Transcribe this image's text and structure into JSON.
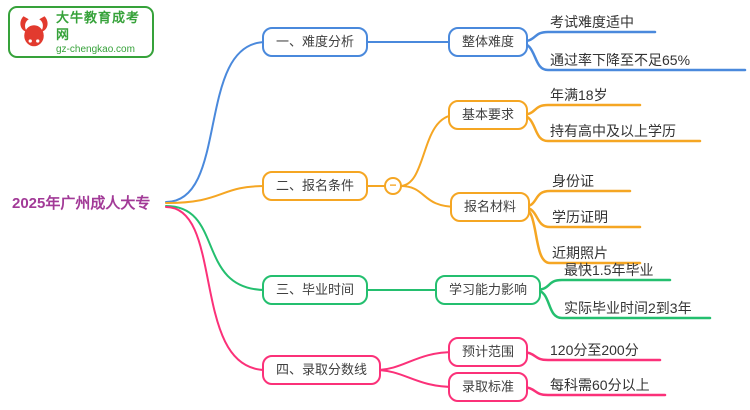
{
  "logo": {
    "icon": "bull-icon",
    "brand": "大牛教育成考网",
    "domain": "gz-chengkao.com"
  },
  "mindmap": {
    "root": "2025年广州成人大专",
    "collapse_glyph": "−",
    "branches": [
      {
        "label": "一、难度分析",
        "color": "#4a89dc",
        "nodes": [
          {
            "label": "整体难度",
            "leaves": [
              "考试难度适中",
              "通过率下降至不足65%"
            ]
          }
        ]
      },
      {
        "label": "二、报名条件",
        "color": "#f5a623",
        "nodes": [
          {
            "label": "基本要求",
            "leaves": [
              "年满18岁",
              "持有高中及以上学历"
            ]
          },
          {
            "label": "报名材料",
            "leaves": [
              "身份证",
              "学历证明",
              "近期照片"
            ]
          }
        ]
      },
      {
        "label": "三、毕业时间",
        "color": "#24bf6f",
        "nodes": [
          {
            "label": "学习能力影响",
            "leaves": [
              "最快1.5年毕业",
              "实际毕业时间2到3年"
            ]
          }
        ]
      },
      {
        "label": "四、录取分数线",
        "color": "#fb3179",
        "nodes": [
          {
            "label": "预计范围",
            "leaves": [
              "120分至200分"
            ]
          },
          {
            "label": "录取标准",
            "leaves": [
              "每科需60分以上"
            ]
          }
        ]
      }
    ]
  },
  "colors": {
    "root_text": "#a23a97",
    "logo_green": "#36a23a",
    "logo_red": "#e23a2e"
  }
}
